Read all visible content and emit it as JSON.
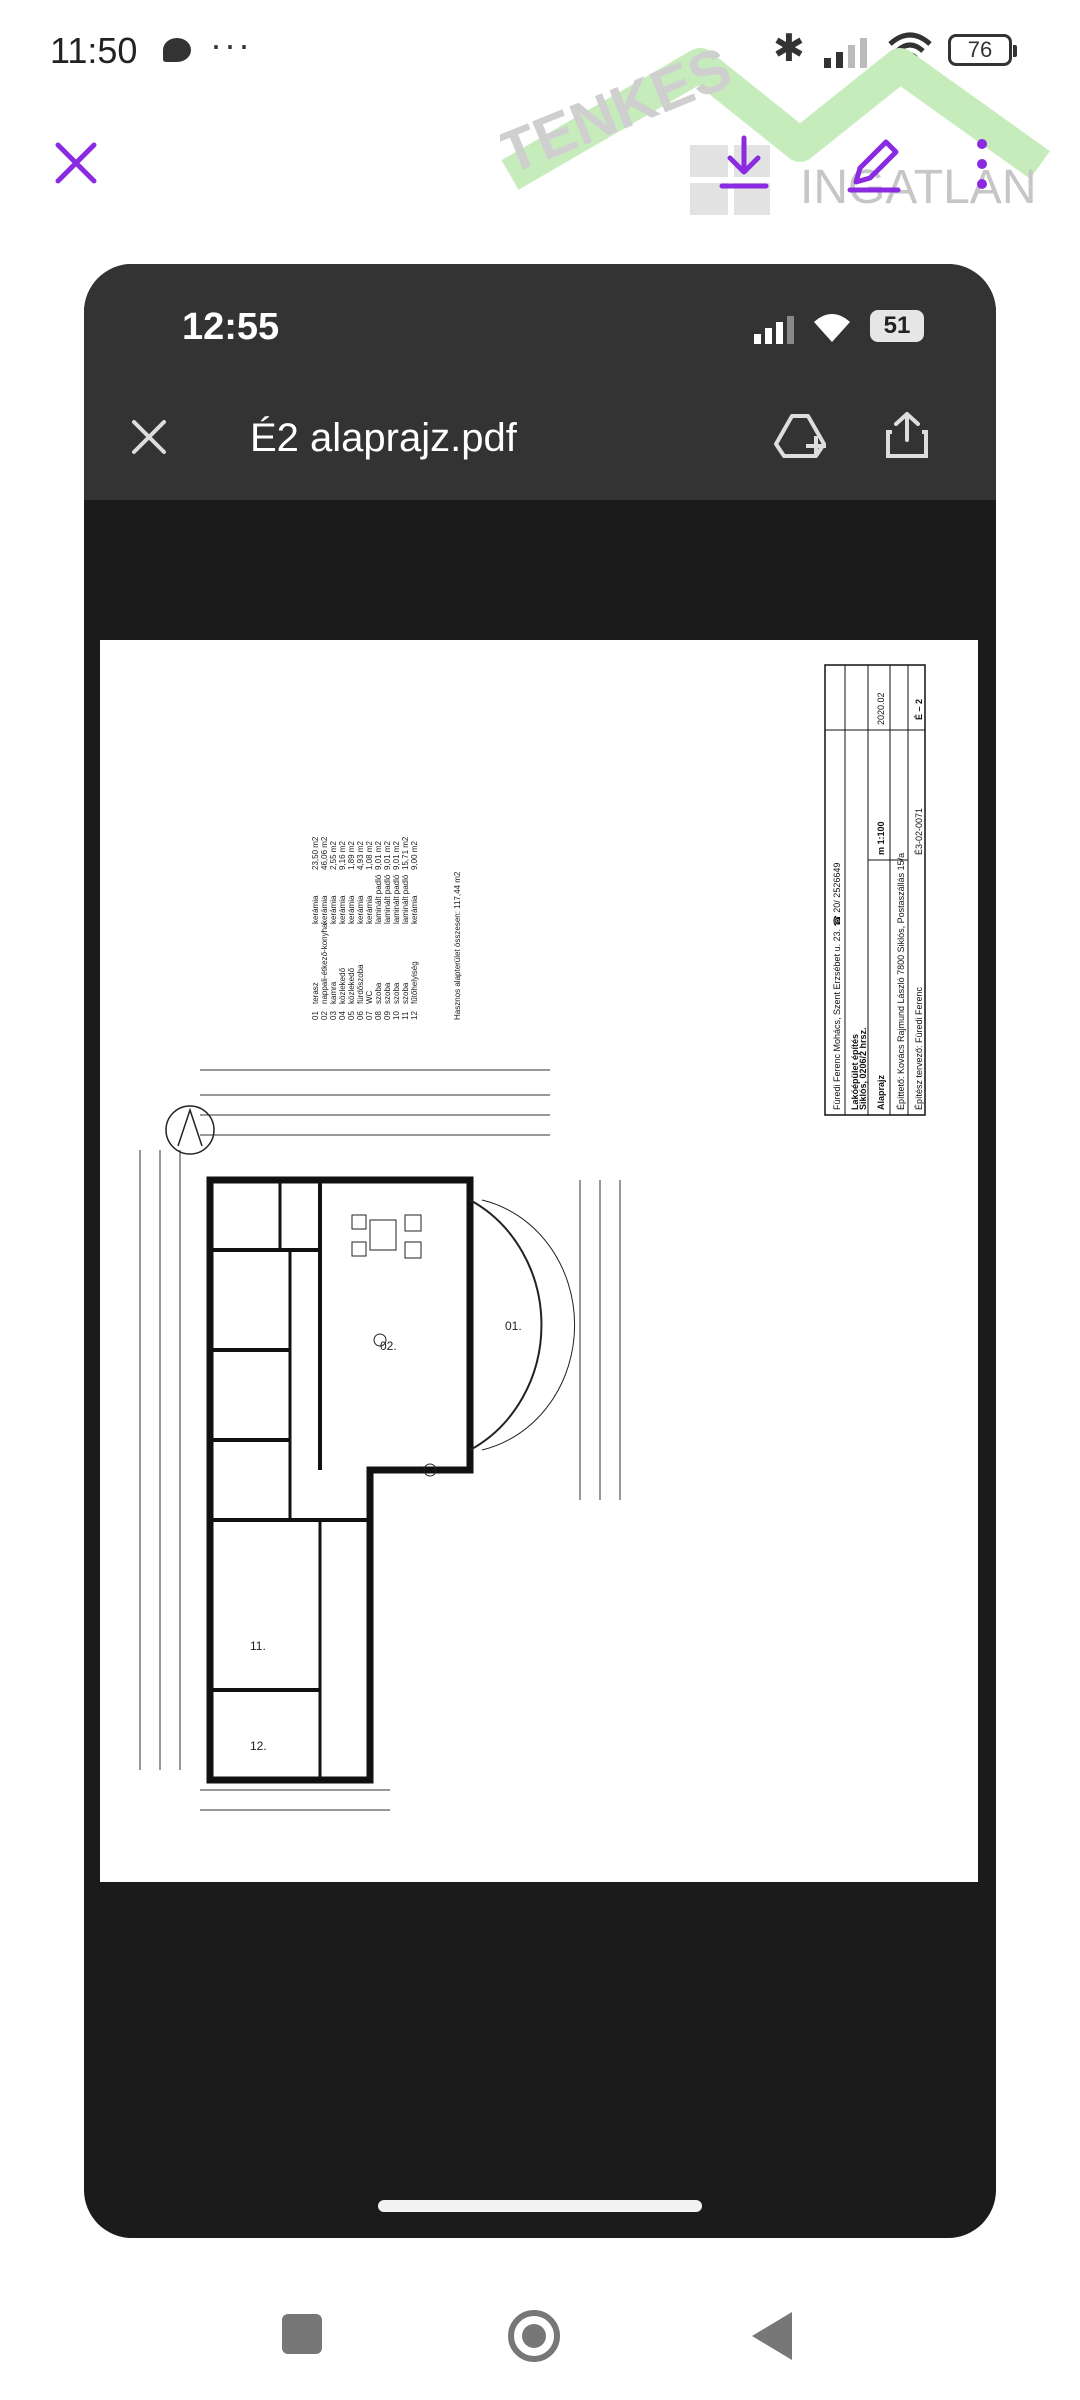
{
  "status_bar": {
    "time": "11:50",
    "more": "···",
    "battery": "76"
  },
  "watermark": {
    "brand_top": "TENKES",
    "brand_bottom": "INGATLAN"
  },
  "viewer_toolbar": {
    "close_icon": "close-icon",
    "download_icon": "download-icon",
    "edit_icon": "edit-pen-icon",
    "more_icon": "more-vertical-icon"
  },
  "screenshot": {
    "status_time": "12:55",
    "battery": "51",
    "file_name": "É2 alaprajz.pdf",
    "actions": [
      "add-to-drive-icon",
      "share-icon"
    ]
  },
  "floorplan": {
    "rooms": [
      {
        "no": "01",
        "name": "terasz",
        "floor": "kerámia",
        "area": "23,50 m2"
      },
      {
        "no": "02",
        "name": "nappali-étkező-konyha",
        "floor": "kerámia",
        "area": "46,06 m2"
      },
      {
        "no": "03",
        "name": "kamra",
        "floor": "kerámia",
        "area": "2,55 m2"
      },
      {
        "no": "04",
        "name": "közlekedő",
        "floor": "kerámia",
        "area": "9,16 m2"
      },
      {
        "no": "05",
        "name": "közlekedő",
        "floor": "kerámia",
        "area": "1,89 m2"
      },
      {
        "no": "06",
        "name": "fürdőszoba",
        "floor": "kerámia",
        "area": "4,93 m2"
      },
      {
        "no": "07",
        "name": "WC",
        "floor": "kerámia",
        "area": "1,08 m2"
      },
      {
        "no": "08",
        "name": "szoba",
        "floor": "laminált padló",
        "area": "9,01 m2"
      },
      {
        "no": "09",
        "name": "szoba",
        "floor": "laminált padló",
        "area": "9,01 m2"
      },
      {
        "no": "10",
        "name": "szoba",
        "floor": "laminált padló",
        "area": "9,01 m2"
      },
      {
        "no": "11",
        "name": "szoba",
        "floor": "laminált padló",
        "area": "15,71 m2"
      },
      {
        "no": "12",
        "name": "fűtőhelyiség",
        "floor": "kerámia",
        "area": "9,00 m2"
      }
    ],
    "total": "Hasznos alapterület összesen: 117,44 m2",
    "title_block": {
      "designer": "Füredi Ferenc   Mohács, Szent Erzsébet u. 23.   ☎ 20/ 2526649",
      "project": "Lakóépület építés",
      "location": "Siklós, 0206/2 hrsz.",
      "sheet": "Alaprajz",
      "scale": "m 1:100",
      "date": "2020.02",
      "client": "Építtető: Kovács Rajmund László 7800 Siklós, Postaszállás 15/a",
      "architect": "Építész tervező: Füredi Ferenc",
      "license": "É3-02-0071",
      "sheet_no": "É – 2"
    }
  },
  "nav_bar": {
    "recents": "square-icon",
    "home": "home-circle-icon",
    "back": "back-triangle-icon"
  },
  "colors": {
    "accent": "#8a2be2",
    "watermark_green": "#c7ecbc",
    "dark_bg": "#1a1b1a",
    "bar_bg": "#333333"
  }
}
